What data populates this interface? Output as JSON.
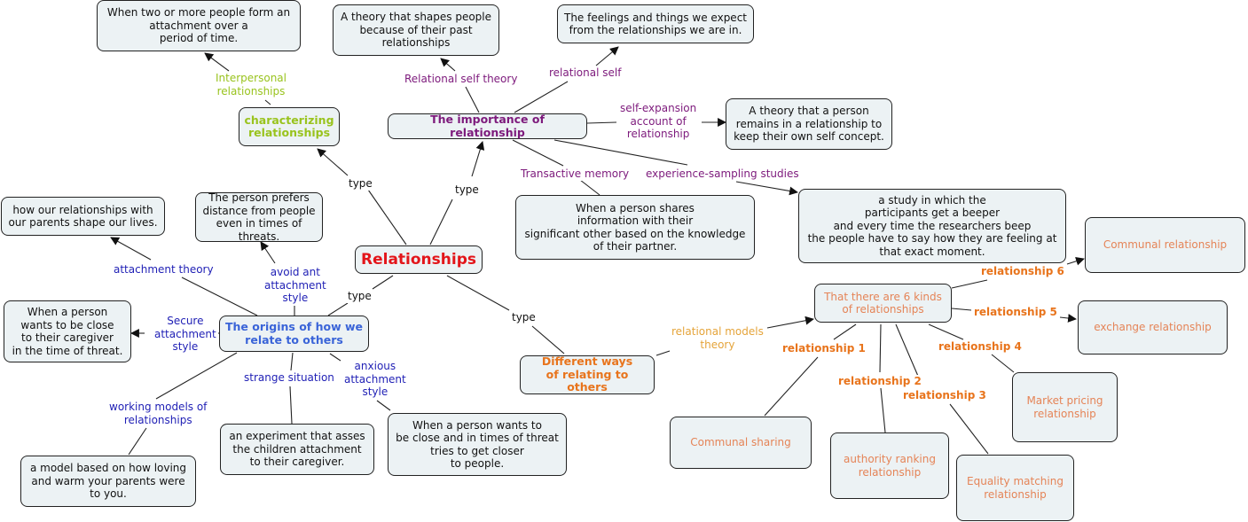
{
  "colors": {
    "root": "#e3151a",
    "characterizing": "#99c31d",
    "importance": "#7d1a7c",
    "origins": "#3a64d8",
    "origins_links": "#1f1fb5",
    "different_ways": "#e8741c",
    "kinds": "#e58457",
    "relational_models": "#e5a43a",
    "node_fill": "#ecf2f4"
  },
  "nodes": {
    "root": "Relationships",
    "characterizing": "characterizing\nrelationships",
    "interpersonal_def": "When two or more people form an\nattachment over a\nperiod of time.",
    "importance": "The importance of relationship",
    "relational_self_theory_def": "A theory that shapes people\nbecause of their past\nrelationships",
    "relational_self_def": "The feelings and things we expect\nfrom the relationships we are in.",
    "self_expansion_def": "A theory that a person\nremains in a relationship to\nkeep their own self concept.",
    "transactive_def": "When a person shares\ninformation with their\nsignificant other based on the knowledge\nof their partner.",
    "experience_def": "a study in which the\nparticipants get a beeper\nand every time the researchers beep\nthe people have to say how they are feeling at\nthat exact  moment.",
    "origins": "The origins of how we\nrelate to others",
    "attachment_theory_def": "how our relationships with\nour parents shape our lives.",
    "avoidant_def": "The person prefers\ndistance from people\neven in times of threats.",
    "secure_def": "When a person\nwants to be close\nto their caregiver\nin the time of threat.",
    "working_models_def": "a model based on how loving\nand warm your parents were\nto you.",
    "strange_situation_def": "an experiment that asses\nthe children attachment\nto their caregiver.",
    "anxious_def": "When a person wants to\nbe close and in times of threat\ntries to get closer\nto people.",
    "different_ways": "Different ways\nof relating to others",
    "six_kinds": "That there are 6 kinds\nof relationships",
    "communal_relationship": "Communal relationship",
    "exchange_relationship": "exchange relationship",
    "market_pricing": "Market pricing\nrelationship",
    "equality_matching": "Equality matching\nrelationship",
    "authority_ranking": "authority ranking\nrelationship",
    "communal_sharing": "Communal sharing"
  },
  "links": {
    "type_characterizing": "type",
    "type_importance": "type",
    "type_origins": "type",
    "type_different": "type",
    "interpersonal": "Interpersonal\nrelationships",
    "relational_self_theory": "Relational self theory",
    "relational_self": "relational self",
    "self_expansion": "self-expansion\naccount of\nrelationship",
    "transactive_memory": "Transactive memory",
    "experience_sampling": "experience-sampling studies",
    "attachment_theory": "attachment theory",
    "avoidant": "avoid ant\nattachment\nstyle",
    "secure": "Secure\nattachment\nstyle",
    "working_models": "working models of\nrelationships",
    "strange_situation": "strange situation",
    "anxious": "anxious\nattachment\nstyle",
    "relational_models": "relational models\ntheory",
    "rel1": "relationship 1",
    "rel2": "relationship 2",
    "rel3": "relationship 3",
    "rel4": "relationship 4",
    "rel5": "relationship 5",
    "rel6": "relationship 6"
  }
}
